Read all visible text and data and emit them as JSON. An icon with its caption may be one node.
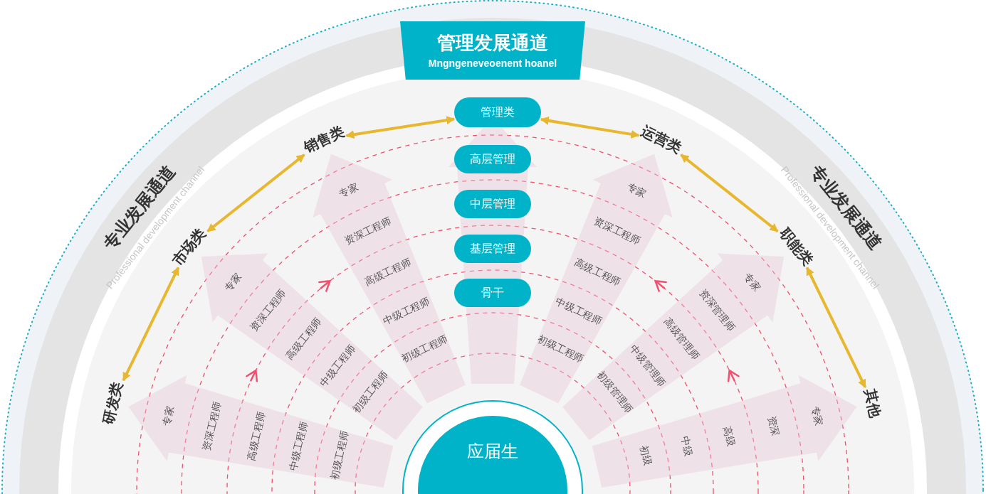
{
  "diagram": {
    "nodes": [
      {
        "text": [
          "管理发展通道",
          "Mngngeneveoenent hoanel"
        ]
      },
      {
        "text": [
          "管理类"
        ]
      },
      {
        "text": [],
        "shape": "arrow"
      },
      {
        "text": [
          "高层管理"
        ],
        "in": 2
      },
      {
        "text": [
          "中层管理"
        ],
        "in": 2
      },
      {
        "text": [
          "基层管理"
        ],
        "in": 2
      },
      {
        "text": [
          "骨干"
        ],
        "in": 2
      },
      {
        "text": [
          "销售类"
        ]
      },
      {
        "text": [
          "专家",
          "资深工程师",
          "高级工程师",
          "中级工程师",
          "初级工程师"
        ]
      },
      {
        "text": [
          "运营类"
        ]
      },
      {
        "text": [
          "专家",
          "资深工程师",
          "高级工程师",
          "中级工程师",
          "初级工程师"
        ]
      },
      {
        "text": [
          "市场类"
        ]
      },
      {
        "text": [
          "专家",
          "资深工程师",
          "高级工程师",
          "中级工程师",
          "初级工程师"
        ]
      },
      {
        "text": [
          "职能类"
        ]
      },
      {
        "text": [
          "专家",
          "资深管理师",
          "高级管理师",
          "中级管理师",
          "初级管理师"
        ]
      },
      {
        "text": [
          "研发类"
        ]
      },
      {
        "text": [
          "专家",
          "资深工程师",
          "高级工程师",
          "中级工程师",
          "初级工程师"
        ]
      },
      {
        "text": [
          "其他"
        ]
      },
      {
        "text": [
          "专家",
          "资深",
          "高级",
          "中级",
          "初级"
        ]
      },
      {
        "text": [
          "应届生"
        ]
      }
    ],
    "edges": [
      {
        "from": 15,
        "to": 11,
        "arrow": "both"
      },
      {
        "from": 11,
        "to": 7,
        "arrow": "both"
      },
      {
        "from": 7,
        "to": 1,
        "arrow": "both"
      },
      {
        "from": 1,
        "to": 9,
        "arrow": "both"
      },
      {
        "from": 9,
        "to": 13,
        "arrow": "both"
      },
      {
        "from": 13,
        "to": 17,
        "arrow": "both"
      }
    ],
    "labels": [
      "专业发展通道",
      "Professional development channel",
      "专业发展通道",
      "Professional development channel"
    ]
  }
}
